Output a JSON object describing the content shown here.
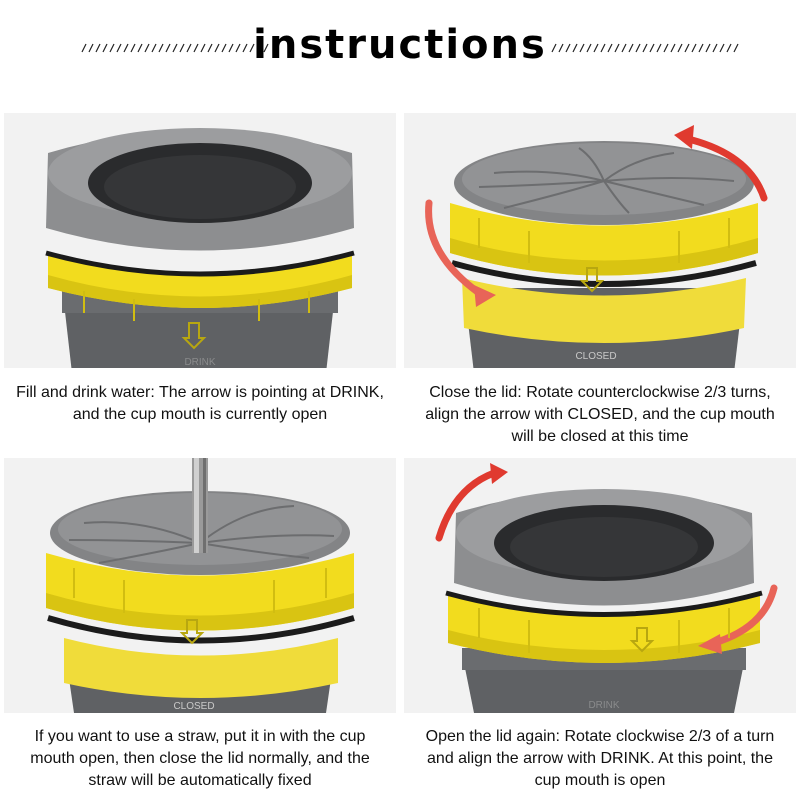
{
  "header": {
    "title": "instructions"
  },
  "panels": [
    {
      "caption": "Fill and drink water: The arrow is pointing at DRINK, and the cup mouth is currently open",
      "scale_label": "DRINK"
    },
    {
      "caption": "Close the lid: Rotate counterclockwise 2/3 turns, align the arrow with CLOSED, and the cup mouth will be closed at this time",
      "scale_label": "CLOSED"
    },
    {
      "caption": "If you want to use a straw, put it in with the cup mouth open, then close the lid normally, and the straw will be automatically fixed",
      "scale_label": "CLOSED"
    },
    {
      "caption": "Open the lid again: Rotate clockwise 2/3 of a turn and align the arrow with DRINK. At this point, the cup mouth is open",
      "scale_label": "DRINK"
    }
  ],
  "colors": {
    "cup_body": "#5f6164",
    "silicone": "#8d8e90",
    "ring_yellow": "#f2dc1e",
    "rotation_arrow": "#e03a2f"
  }
}
